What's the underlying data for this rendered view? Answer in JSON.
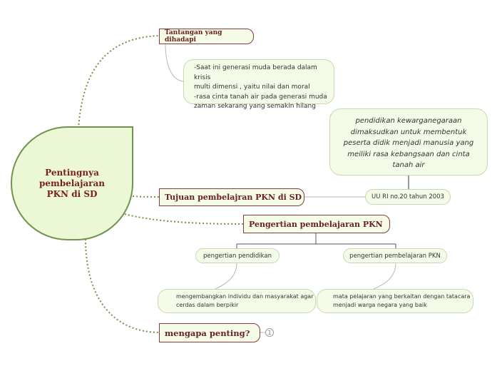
{
  "root": {
    "label": "Pentingnya\npembelajaran\nPKN di SD"
  },
  "branches": {
    "tantangan": {
      "label": "Tantangan yang dihadapi",
      "detail": [
        "-Saat ini generasi muda berada dalam krisis",
        "multi dimensi , yaitu nilai dan moral",
        "-rasa cinta tanah air pada generasi muda",
        "zaman sekarang yang semakin hilang"
      ]
    },
    "tujuan": {
      "label": "Tujuan pembelajran PKN di SD",
      "uu": "UU RI no.20 tahun 2003",
      "definition": [
        "pendidikan kewarganegaraan",
        "dimaksudkan untuk membentuk",
        "peserta didik menjadi manusia yang",
        "meiliki rasa kebangsaan dan cinta",
        "tanah air"
      ]
    },
    "pengertian": {
      "label": "Pengertian pembelajaran PKN",
      "left_label": "pengertian pendidikan",
      "left_detail": [
        "mengembangkan individu dan masyarakat agar",
        "cerdas dalam berpikir"
      ],
      "right_label": "pengertian pembelajaran PKN",
      "right_detail": [
        "mata pelajaran yang berkaitan dengan tatacara",
        "menjadi warga negara yang baik"
      ]
    },
    "mengapa": {
      "label": "mengapa penting?",
      "count": "1"
    }
  },
  "colors": {
    "connector": "#6f944d",
    "connector_light": "#b8b8b8",
    "accent": "#6b1f1f",
    "fill": "#f4fbe6"
  }
}
